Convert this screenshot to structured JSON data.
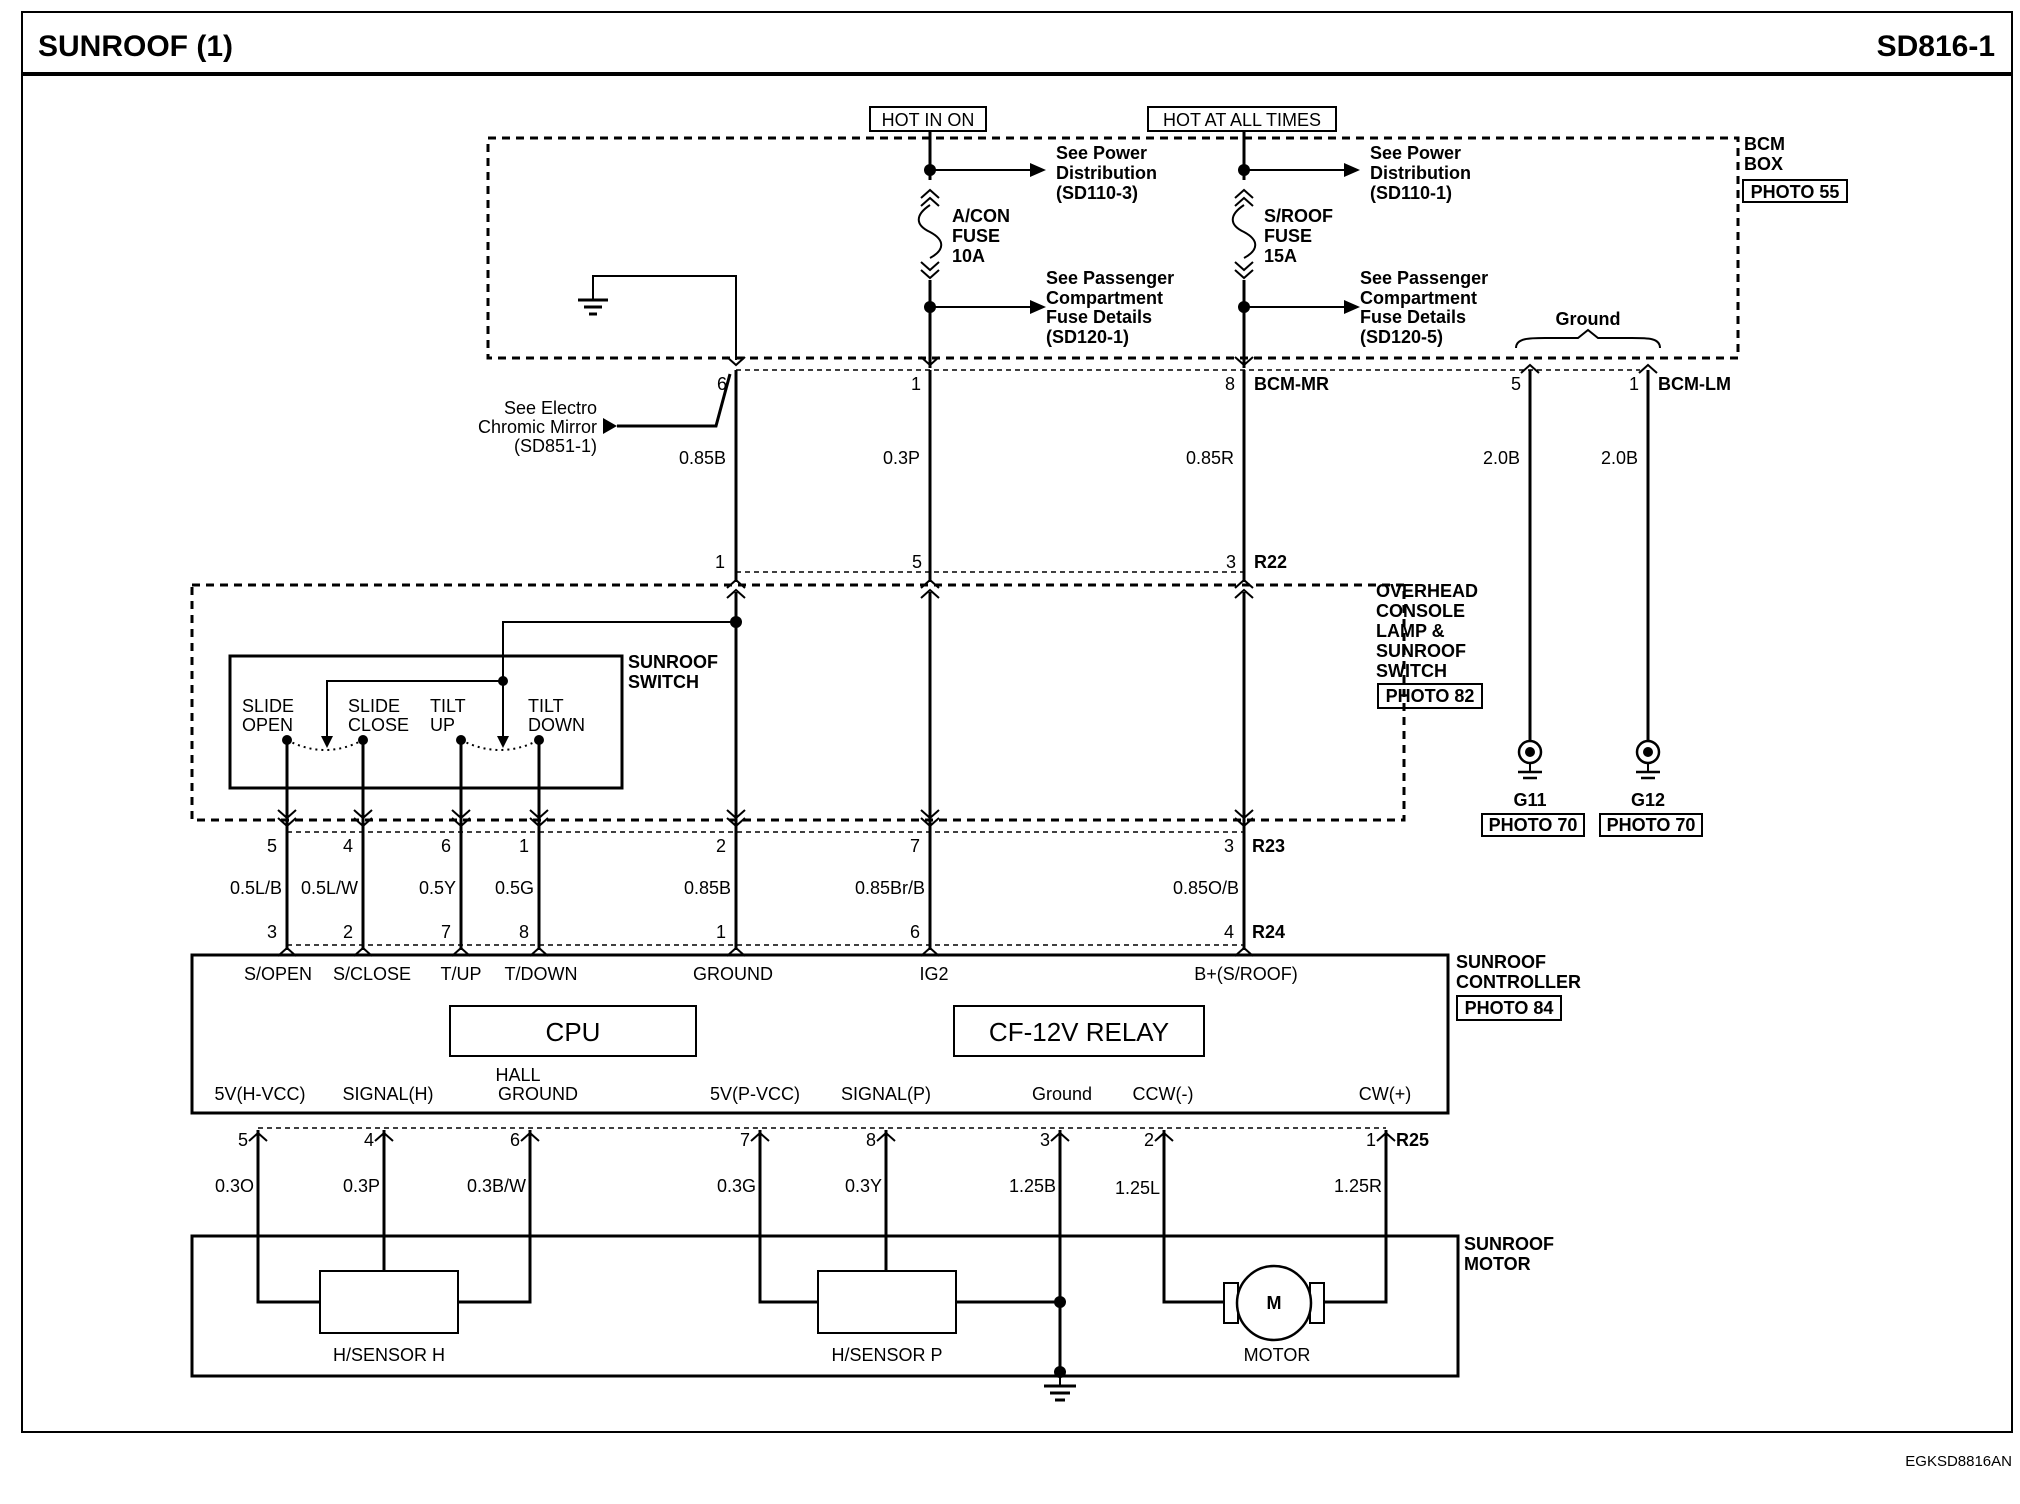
{
  "header": {
    "title": "SUNROOF (1)",
    "code": "SD816-1"
  },
  "footer": {
    "ref": "EGKSD8816AN"
  },
  "top_labels": {
    "hot_in_on": "HOT IN ON",
    "hot_at_all_times": "HOT AT ALL TIMES"
  },
  "bcm_box": {
    "name_1": "BCM",
    "name_2": "BOX",
    "photo": "PHOTO 55",
    "power_ref_1": [
      "See Power",
      "Distribution",
      "(SD110-3)"
    ],
    "power_ref_2": [
      "See Power",
      "Distribution",
      "(SD110-1)"
    ],
    "fuse_1": [
      "A/CON",
      "FUSE",
      "10A"
    ],
    "fuse_2": [
      "S/ROOF",
      "FUSE",
      "15A"
    ],
    "pass_ref_1": [
      "See Passenger",
      "Compartment",
      "Fuse Details",
      "(SD120-1)"
    ],
    "pass_ref_2": [
      "See Passenger",
      "Compartment",
      "Fuse Details",
      "(SD120-5)"
    ],
    "ground_label": "Ground",
    "connector_mr": "BCM-MR",
    "connector_lm": "BCM-LM"
  },
  "mirror_ref": [
    "See Electro",
    "Chromic Mirror",
    "(SD851-1)"
  ],
  "connectors": {
    "r22": "R22",
    "r23": "R23",
    "r24": "R24",
    "r25": "R25"
  },
  "pins": {
    "bcm_top": [
      "6",
      "1",
      "8",
      "5",
      "1"
    ],
    "r22": [
      "1",
      "5",
      "3"
    ],
    "r23": [
      "5",
      "4",
      "6",
      "1",
      "2",
      "7",
      "3"
    ],
    "r24": [
      "3",
      "2",
      "7",
      "8",
      "1",
      "6",
      "4"
    ],
    "r25": [
      "5",
      "4",
      "6",
      "7",
      "8",
      "3",
      "2",
      "1"
    ]
  },
  "wires": {
    "upper": [
      "0.85B",
      "0.3P",
      "0.85R",
      "2.0B",
      "2.0B"
    ],
    "middle": [
      "0.5L/B",
      "0.5L/W",
      "0.5Y",
      "0.5G",
      "0.85B",
      "0.85Br/B",
      "0.85O/B"
    ],
    "lower": [
      "0.3O",
      "0.3P",
      "0.3B/W",
      "0.3G",
      "0.3Y",
      "1.25B",
      "1.25L",
      "1.25R"
    ]
  },
  "overhead_console": {
    "lines": [
      "OVERHEAD",
      "CONSOLE",
      "LAMP &",
      "SUNROOF",
      "SWITCH"
    ],
    "photo": "PHOTO 82"
  },
  "sunroof_switch": {
    "name": [
      "SUNROOF",
      "SWITCH"
    ],
    "contacts": [
      [
        "SLIDE",
        "OPEN"
      ],
      [
        "SLIDE",
        "CLOSE"
      ],
      [
        "TILT",
        "UP"
      ],
      [
        "TILT",
        "DOWN"
      ]
    ]
  },
  "grounds": [
    {
      "name": "G11",
      "photo": "PHOTO 70"
    },
    {
      "name": "G12",
      "photo": "PHOTO 70"
    }
  ],
  "controller": {
    "name": [
      "SUNROOF",
      "CONTROLLER"
    ],
    "photo": "PHOTO 84",
    "inputs": [
      "S/OPEN",
      "S/CLOSE",
      "T/UP",
      "T/DOWN",
      "GROUND",
      "IG2",
      "B+(S/ROOF)"
    ],
    "cpu": "CPU",
    "relay": "CF-12V RELAY",
    "outputs": [
      "5V(H-VCC)",
      "SIGNAL(H)",
      "HALL",
      "GROUND",
      "5V(P-VCC)",
      "SIGNAL(P)",
      "Ground",
      "CCW(-)",
      "CW(+)"
    ]
  },
  "motor": {
    "name": [
      "SUNROOF",
      "MOTOR"
    ],
    "sensor_h": "H/SENSOR H",
    "sensor_p": "H/SENSOR P",
    "motor_label": "MOTOR",
    "motor_symbol": "M"
  }
}
